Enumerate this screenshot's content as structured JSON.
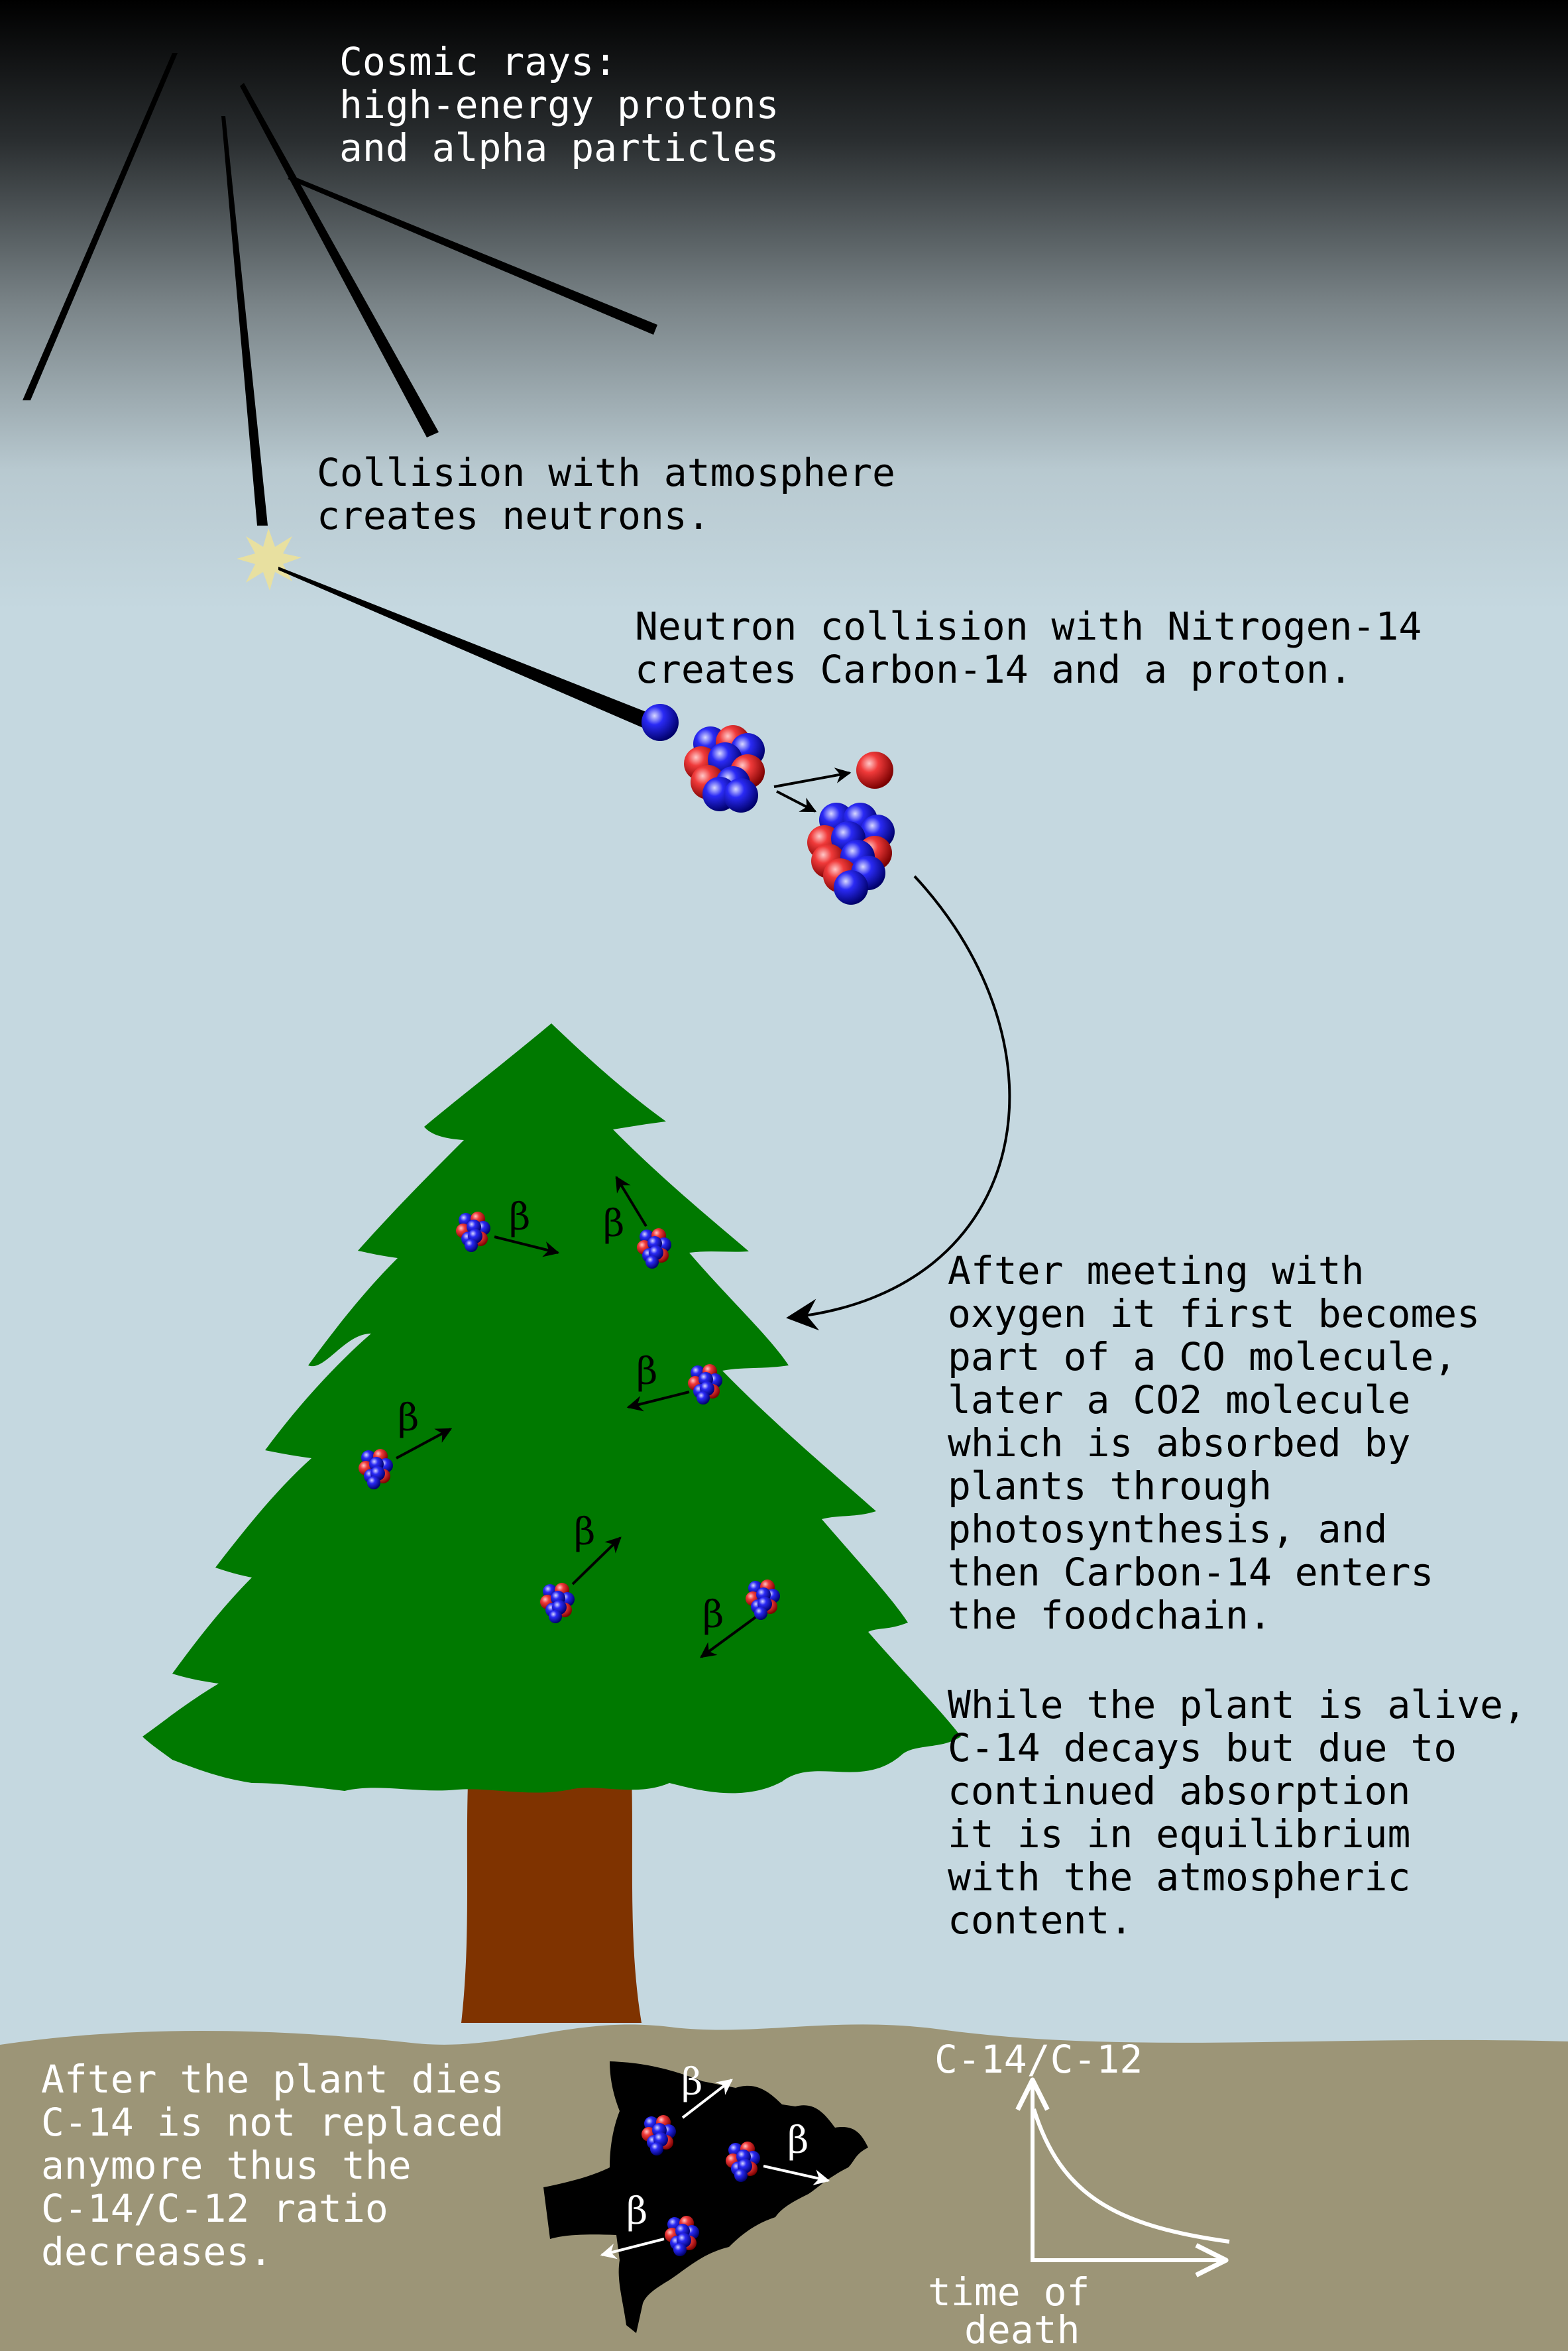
{
  "labels": {
    "cosmic_rays": [
      "Cosmic rays:",
      "high-energy protons",
      "and alpha particles"
    ],
    "collision": [
      "Collision with atmosphere",
      "creates neutrons."
    ],
    "neutron_collision": [
      "Neutron collision with Nitrogen-14",
      "creates Carbon-14 and a proton."
    ],
    "absorption": [
      "After meeting with",
      "oxygen it first becomes",
      "part of a CO molecule,",
      "later a CO2 molecule",
      "which is absorbed by",
      "plants through",
      "photosynthesis, and",
      "then Carbon-14 enters",
      "the foodchain."
    ],
    "equilibrium": [
      "While the plant is alive,",
      "C-14 decays but due to",
      "continued absorption",
      "it is in equilibrium",
      "with the atmospheric",
      "content."
    ],
    "after_death": [
      "After the plant dies",
      "C-14 is not replaced",
      "anymore thus the",
      "C-14/C-12 ratio",
      "decreases."
    ]
  },
  "beta_symbol": "β",
  "graph": {
    "y_label": "C-14/C-12",
    "x_label": [
      "time of",
      "death"
    ]
  },
  "colors": {
    "sky_top": "#000000",
    "sky_bottom": "#c5d8e0",
    "ground": "#9c9577",
    "tree_green": "#007900",
    "trunk": "#7f3300",
    "dead_tree": "#000000",
    "proton_red": "#e01010",
    "neutron_blue": "#1a1af0",
    "spark": "#e8e0a0"
  }
}
